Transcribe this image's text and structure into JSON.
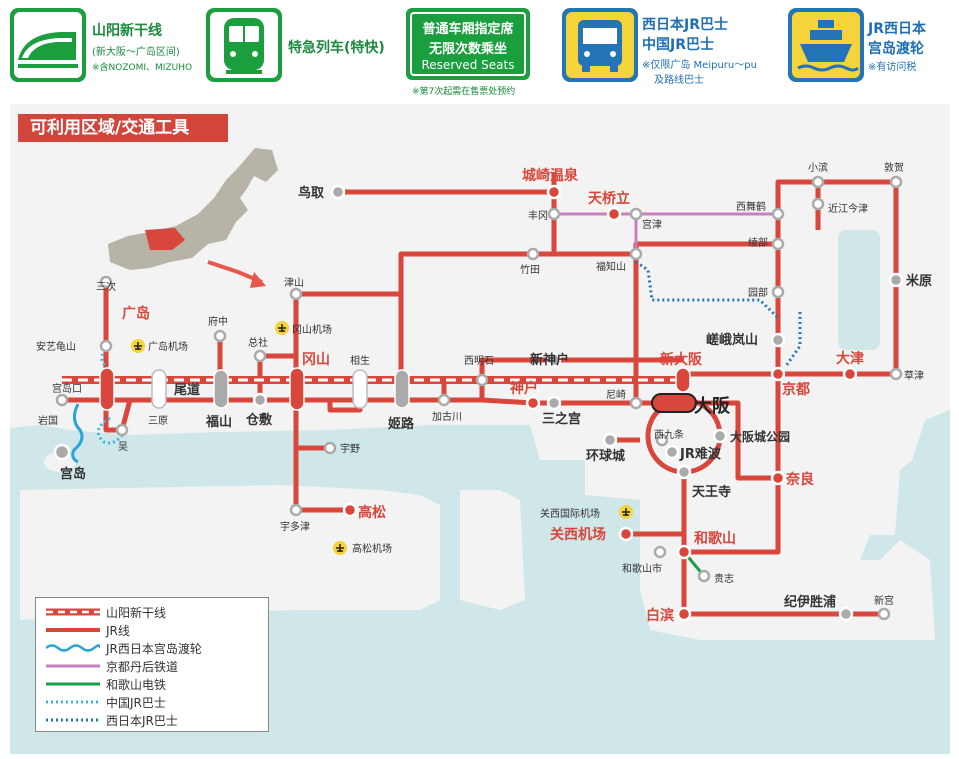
{
  "header": {
    "shinkansen": {
      "title": "山阳新干线",
      "sub": "(新大阪～广岛区间)",
      "note": "※含NOZOMI、MIZUHO"
    },
    "limited_express": {
      "title": "特急列车(特快)"
    },
    "reserved": {
      "line1": "普通车厢指定席",
      "line2": "无限次数乘坐",
      "line3": "Reserved Seats",
      "note": "※第7次起需在售票处预约"
    },
    "bus": {
      "line1": "西日本JR巴士",
      "line2": "中国JR巴士",
      "note1": "※仅限广岛 Meipuru～pu",
      "note2": "及路线巴士"
    },
    "ferry": {
      "line1": "JR西日本",
      "line2": "宫岛渡轮",
      "note": "※有访问税"
    }
  },
  "map": {
    "title": "可利用区域/交通工具",
    "colors": {
      "jr": "#d9473c",
      "sea": "#cfe7e9",
      "land": "#f3f3f3",
      "tango": "#c77fc0",
      "wakayama": "#19a04a",
      "chugoku_bus": "#3fb3e0",
      "west_bus": "#2474b8",
      "ferry": "#29a3d8"
    },
    "stations": [
      {
        "id": "tottori",
        "label": "鸟取",
        "bold": true
      },
      {
        "id": "kinosaki",
        "label": "城崎温泉",
        "bold": true,
        "red": true
      },
      {
        "id": "amanohashidate",
        "label": "天桥立",
        "bold": true,
        "red": true
      },
      {
        "id": "toyooka",
        "label": "丰冈"
      },
      {
        "id": "miyazu",
        "label": "宫津"
      },
      {
        "id": "takeda",
        "label": "竹田"
      },
      {
        "id": "fukuchiyama",
        "label": "福知山"
      },
      {
        "id": "nishimaizuru",
        "label": "西舞鹤"
      },
      {
        "id": "ayabe",
        "label": "绫部"
      },
      {
        "id": "sonobe",
        "label": "园部"
      },
      {
        "id": "obama",
        "label": "小滨"
      },
      {
        "id": "tsuruga",
        "label": "敦贺"
      },
      {
        "id": "omiimazu",
        "label": "近江今津"
      },
      {
        "id": "maibara",
        "label": "米原",
        "bold": true
      },
      {
        "id": "sagaarashiyama",
        "label": "嵯峨岚山",
        "bold": true
      },
      {
        "id": "shinosaka",
        "label": "新大阪",
        "bold": true,
        "red": true
      },
      {
        "id": "kyoto",
        "label": "京都",
        "bold": true,
        "red": true
      },
      {
        "id": "otsu",
        "label": "大津",
        "bold": true,
        "red": true
      },
      {
        "id": "kusatsu",
        "label": "草津"
      },
      {
        "id": "osaka",
        "label": "大阪",
        "bold": true
      },
      {
        "id": "osakajokoen",
        "label": "大阪城公园",
        "bold": true
      },
      {
        "id": "nishikujo",
        "label": "西九条"
      },
      {
        "id": "jrnamba",
        "label": "JR难波",
        "bold": true
      },
      {
        "id": "tennoji",
        "label": "天王寺",
        "bold": true
      },
      {
        "id": "nara",
        "label": "奈良",
        "bold": true,
        "red": true
      },
      {
        "id": "universal",
        "label": "环球城",
        "bold": true
      },
      {
        "id": "amagasaki",
        "label": "尼崎"
      },
      {
        "id": "shinkobe",
        "label": "新神户",
        "bold": true
      },
      {
        "id": "kobe",
        "label": "神户",
        "bold": true,
        "red": true
      },
      {
        "id": "sannomiya",
        "label": "三之宫",
        "bold": true
      },
      {
        "id": "nishiakashi",
        "label": "西明石"
      },
      {
        "id": "kakogawa",
        "label": "加古川"
      },
      {
        "id": "himeji",
        "label": "姬路",
        "bold": true
      },
      {
        "id": "aioi",
        "label": "相生"
      },
      {
        "id": "okayama",
        "label": "冈山",
        "bold": true,
        "red": true
      },
      {
        "id": "tsuyama",
        "label": "津山"
      },
      {
        "id": "okayama_airport",
        "label": "冈山机场"
      },
      {
        "id": "uno",
        "label": "宇野"
      },
      {
        "id": "utazu",
        "label": "宇多津"
      },
      {
        "id": "takamatsu",
        "label": "高松",
        "bold": true,
        "red": true
      },
      {
        "id": "takamatsu_airport",
        "label": "高松机场"
      },
      {
        "id": "kurashiki",
        "label": "仓敷",
        "bold": true
      },
      {
        "id": "soja",
        "label": "总社"
      },
      {
        "id": "fukuyama",
        "label": "福山",
        "bold": true
      },
      {
        "id": "fuchu",
        "label": "府中"
      },
      {
        "id": "onomichi",
        "label": "尾道",
        "bold": true
      },
      {
        "id": "mihara",
        "label": "三原"
      },
      {
        "id": "hiroshima",
        "label": "广岛",
        "bold": true,
        "red": true
      },
      {
        "id": "hiroshima_airport",
        "label": "广岛机场"
      },
      {
        "id": "miyoshi",
        "label": "三次"
      },
      {
        "id": "akikameyama",
        "label": "安艺龟山"
      },
      {
        "id": "miyajimaguchi",
        "label": "宫岛口"
      },
      {
        "id": "iwakuni",
        "label": "岩国"
      },
      {
        "id": "miyajima",
        "label": "宫岛",
        "bold": true
      },
      {
        "id": "kure",
        "label": "吴"
      },
      {
        "id": "kix",
        "label": "关西机场",
        "bold": true,
        "red": true
      },
      {
        "id": "kix_airport",
        "label": "关西国际机场"
      },
      {
        "id": "wakayama",
        "label": "和歌山",
        "bold": true,
        "red": true
      },
      {
        "id": "wakayamashi",
        "label": "和歌山市"
      },
      {
        "id": "kishi",
        "label": "贵志"
      },
      {
        "id": "shirahama",
        "label": "白滨",
        "bold": true,
        "red": true
      },
      {
        "id": "kiikatsuura",
        "label": "纪伊胜浦",
        "bold": true
      },
      {
        "id": "shingu",
        "label": "新宫"
      }
    ],
    "hub_label": "大阪"
  },
  "legend": {
    "items": [
      {
        "label": "山阳新干线"
      },
      {
        "label": "JR线"
      },
      {
        "label": "JR西日本宫岛渡轮"
      },
      {
        "label": "京都丹后铁道"
      },
      {
        "label": "和歌山电铁"
      },
      {
        "label": "中国JR巴士"
      },
      {
        "label": "西日本JR巴士"
      }
    ]
  }
}
